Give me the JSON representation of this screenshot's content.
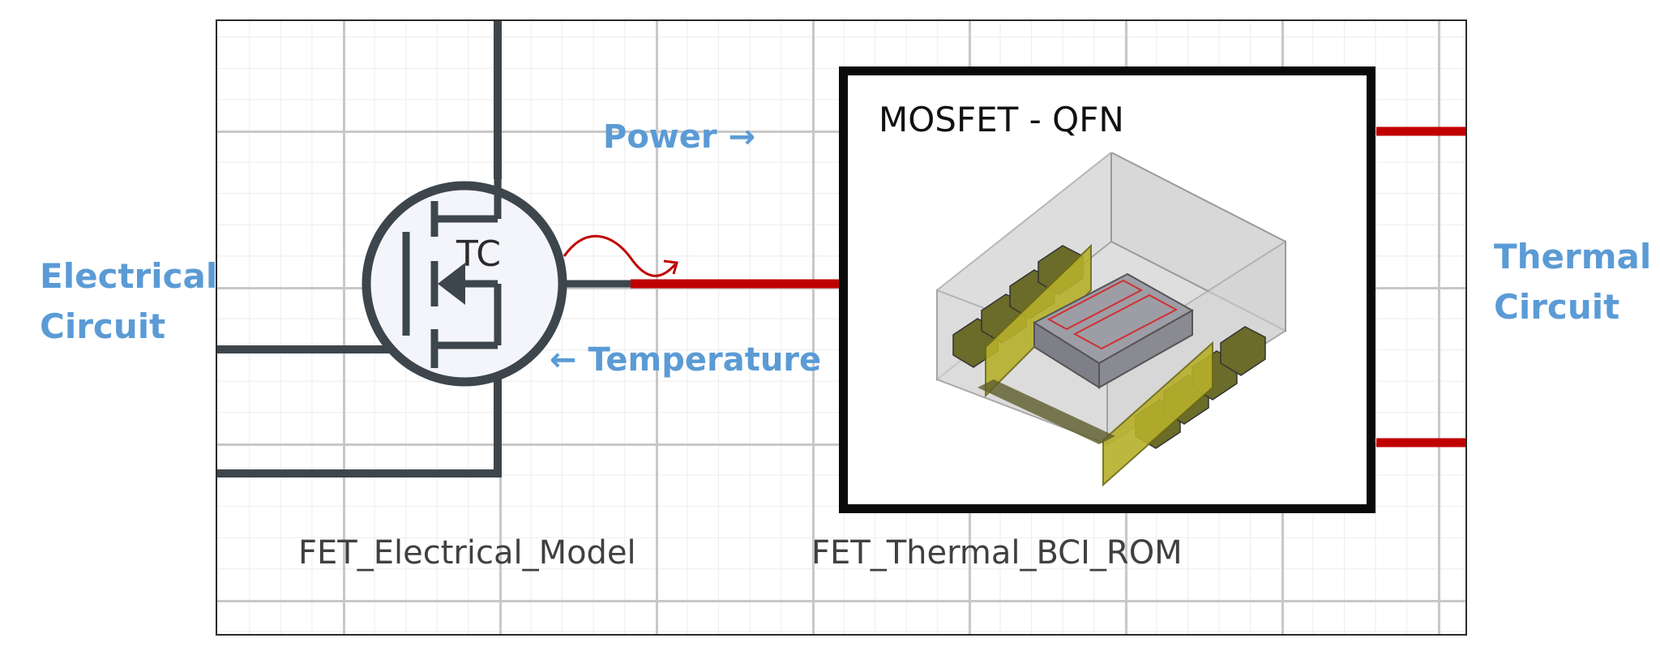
{
  "labels": {
    "electrical_circuit": [
      "Electrical",
      "Circuit"
    ],
    "thermal_circuit": [
      "Thermal",
      "Circuit"
    ],
    "power": "Power →",
    "temperature": "← Temperature",
    "fet_symbol_text": "TC",
    "rom_title": "MOSFET - QFN",
    "electrical_model_name": "FET_Electrical_Model",
    "thermal_model_name": "FET_Thermal_BCI_ROM"
  },
  "colors": {
    "label_blue": "#5b9bd5",
    "wire_dark": "#3d464c",
    "thermal_wire_red": "#c00000",
    "box_border": "#0a0a0a"
  },
  "icons": [
    "mosfet-symbol-icon",
    "heat-wave-icon",
    "qfn-package-icon"
  ]
}
